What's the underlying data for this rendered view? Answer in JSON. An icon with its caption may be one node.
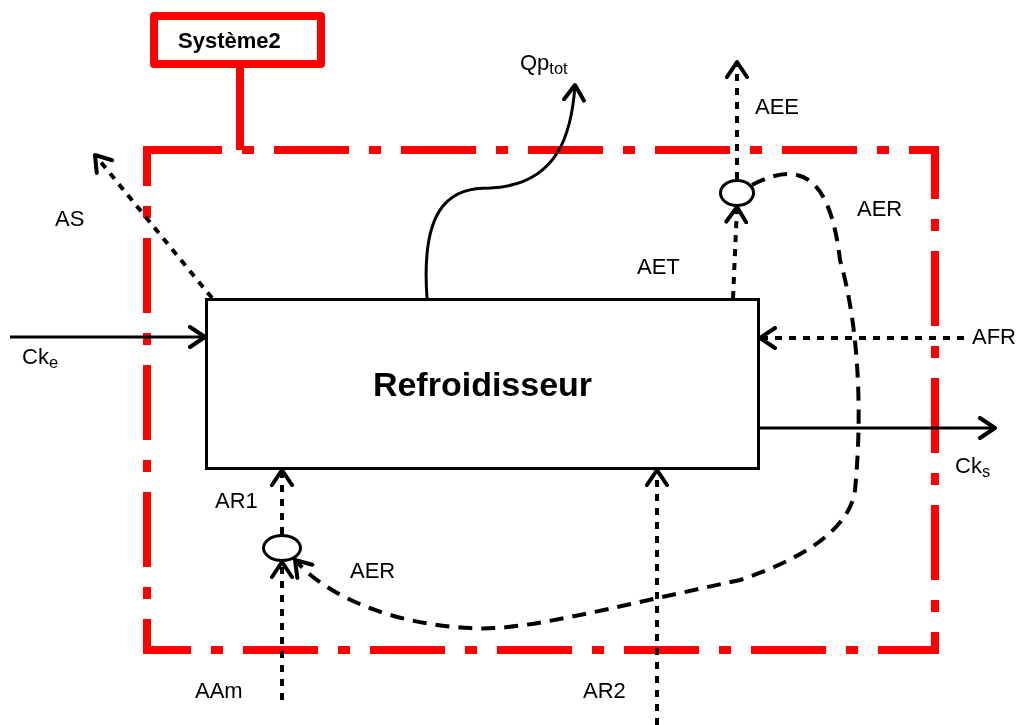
{
  "diagram": {
    "nodes": [
      {
        "text": [
          "Système2"
        ]
      },
      {
        "text": [],
        "shape": "box"
      },
      {
        "text": [
          "Refroidisseur"
        ],
        "in": 1
      },
      {
        "text": [],
        "shape": "circle",
        "in": 1
      },
      {
        "text": [],
        "shape": "circle",
        "in": 1
      }
    ],
    "edges": [
      {
        "from": 0,
        "to": 1,
        "arrow": "none",
        "style": "thick",
        "color": "#ff0000"
      },
      {
        "from": null,
        "to": 2,
        "arrow": "to",
        "label": "Ck$_{e}$"
      },
      {
        "from": 2,
        "to": null,
        "arrow": "to",
        "label": "Ck$_{s}$"
      },
      {
        "from": 2,
        "to": null,
        "arrow": "to",
        "label": "Qp$_{tot}$"
      },
      {
        "from": 2,
        "to": null,
        "arrow": "to",
        "label": "AS",
        "style": "dashed"
      },
      {
        "from": 2,
        "to": 3,
        "arrow": "to",
        "label": "AET",
        "style": "dashed"
      },
      {
        "from": 3,
        "to": null,
        "arrow": "to",
        "label": "AEE",
        "style": "dashed"
      },
      {
        "from": 3,
        "to": 4,
        "arrow": "to",
        "label": "AER",
        "style": "dashed"
      },
      {
        "from": null,
        "to": 2,
        "arrow": "to",
        "label": "AFR",
        "style": "dashed"
      },
      {
        "from": 4,
        "to": 2,
        "arrow": "to",
        "label": "AR1",
        "style": "dashed"
      },
      {
        "from": null,
        "to": 4,
        "arrow": "to",
        "label": "AAm",
        "style": "dashed"
      },
      {
        "from": null,
        "to": 2,
        "arrow": "to",
        "label": "AR2",
        "style": "dashed"
      }
    ],
    "labels": [
      "AER"
    ]
  }
}
